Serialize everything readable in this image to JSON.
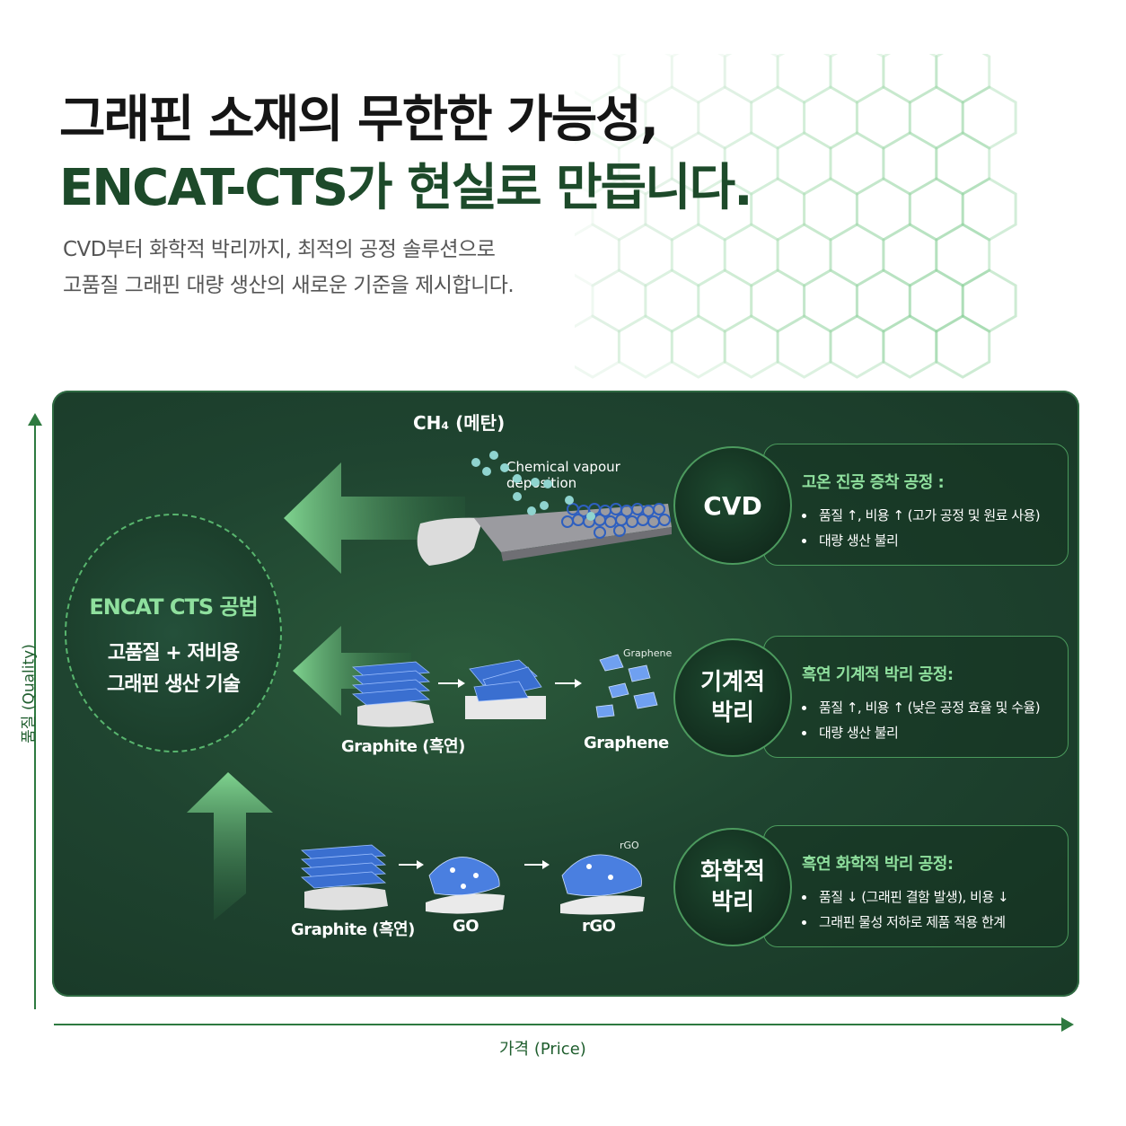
{
  "header": {
    "title_line1": "그래핀 소재의 무한한 가능성,",
    "title_line2": "ENCAT-CTS가 현실로 만듭니다.",
    "subtitle_line1": "CVD부터 화학적 박리까지, 최적의 공정 솔루션으로",
    "subtitle_line2": "고품질 그래핀 대량 생산의 새로운 기준을 제시합니다."
  },
  "core": {
    "title": "ENCAT CTS 공법",
    "line1": "고품질 + 저비용",
    "line2": "그래핀 생산 기술"
  },
  "cvd_illustration": {
    "gas_label": "CH₄ (메탄)",
    "process_label_line1": "Chemical vapour",
    "process_label_line2": "deposition"
  },
  "mech_illustration": {
    "start_label": "Graphite (흑연)",
    "end_label": "Graphene",
    "small_label": "Graphene"
  },
  "chem_illustration": {
    "start_label": "Graphite (흑연)",
    "mid_label": "GO",
    "end_label": "rGO",
    "small_label": "rGO"
  },
  "methods": [
    {
      "circle_line1": "CVD",
      "circle_line2": "",
      "heading": "고온 진공 증착 공정 :",
      "bullet1": "품질 ↑, 비용 ↑ (고가 공정 및 원료 사용)",
      "bullet2": "대량 생산 불리"
    },
    {
      "circle_line1": "기계적",
      "circle_line2": "박리",
      "heading": "흑연 기계적 박리 공정:",
      "bullet1": "품질 ↑, 비용 ↑ (낮은 공정 효율 및 수율)",
      "bullet2": "대량 생산 불리"
    },
    {
      "circle_line1": "화학적",
      "circle_line2": "박리",
      "heading": "흑연 화학적 박리 공정:",
      "bullet1": "품질 ↓ (그래핀 결함 발생), 비용 ↓",
      "bullet2": "그래핀 물성 저하로 제품 적용 한계"
    }
  ],
  "axes": {
    "x_label": "가격 (Price)",
    "y_label": "품질 (Quality)"
  },
  "colors": {
    "accent_green": "#1d4a2a",
    "panel_bg": "#1f4430",
    "highlight_green": "#8fe09e",
    "graphene_blue": "#3a6fd0"
  }
}
